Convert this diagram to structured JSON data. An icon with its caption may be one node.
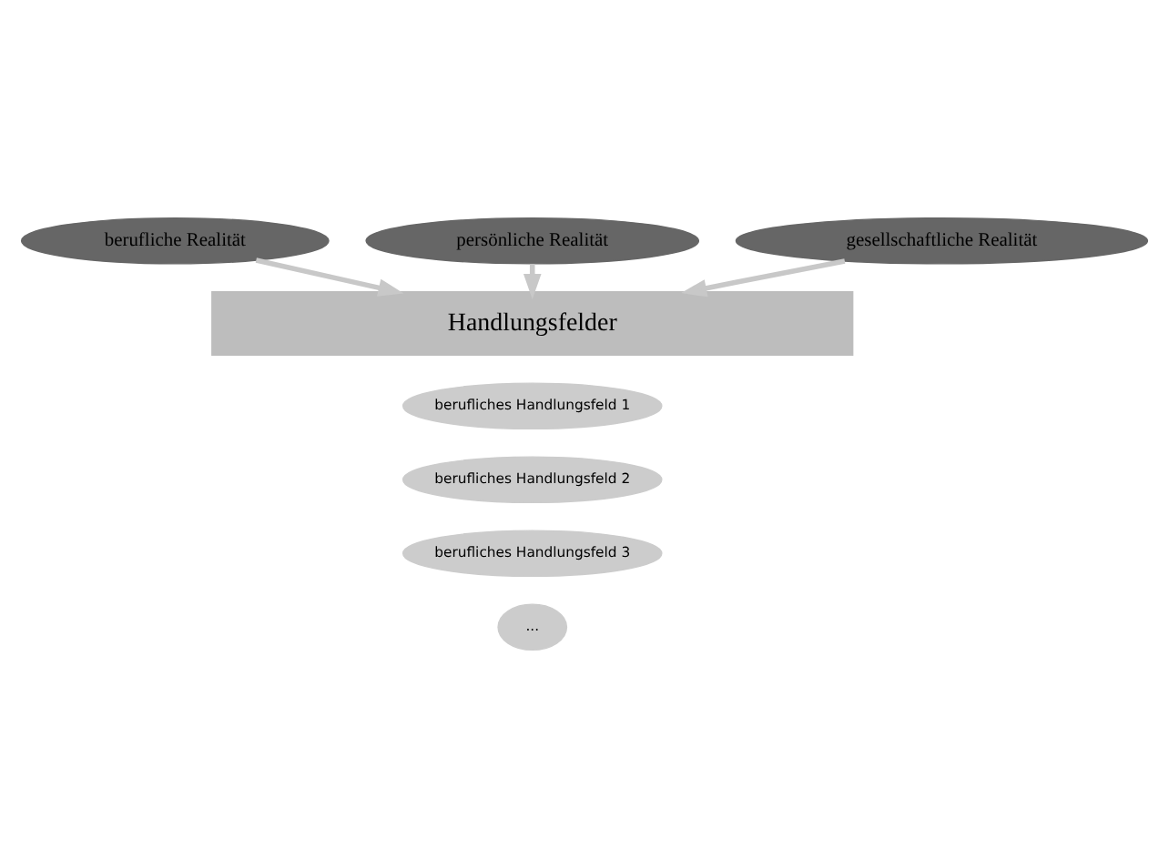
{
  "diagram": {
    "nodes": [
      {
        "text": [
          "berufliche Realität"
        ]
      },
      {
        "text": [
          "persönliche Realität"
        ]
      },
      {
        "text": [
          "gesellschaftliche Realität"
        ]
      },
      {
        "text": [
          "Handlungsfelder"
        ]
      },
      {
        "text": [
          "berufliches Handlungsfeld 1"
        ]
      },
      {
        "text": [
          "berufliches Handlungsfeld 2"
        ]
      },
      {
        "text": [
          "berufliches Handlungsfeld 3"
        ]
      },
      {
        "text": [
          "..."
        ]
      }
    ],
    "edges": [
      {
        "from": 0,
        "to": 3,
        "arrow": "to"
      },
      {
        "from": 1,
        "to": 3,
        "arrow": "to"
      },
      {
        "from": 2,
        "to": 3,
        "arrow": "to"
      }
    ]
  }
}
